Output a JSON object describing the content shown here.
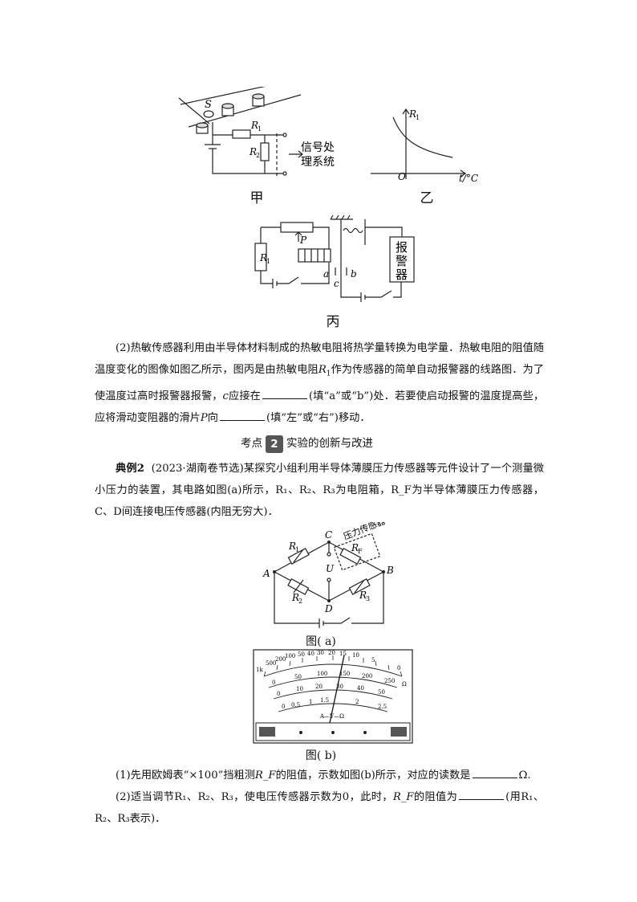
{
  "figures": {
    "jia": {
      "caption": "甲",
      "label_S": "S",
      "label_R1": "R",
      "label_R2": "R",
      "sub1": "1",
      "sub2": "2",
      "box_line1": "信号处",
      "box_line2": "理系统"
    },
    "yi": {
      "caption": "乙",
      "ylabel": "R",
      "ysub": "1",
      "origin": "O",
      "xlabel": "t/°C"
    },
    "bing": {
      "caption": "丙",
      "label_R1": "R",
      "sub1": "1",
      "label_P": "P",
      "label_a": "a",
      "label_b": "b",
      "label_c": "c",
      "alarm": [
        "报",
        "警",
        "器"
      ]
    },
    "a": {
      "caption": "图( a)",
      "tag": "压力传感器",
      "A": "A",
      "B": "B",
      "C": "C",
      "D": "D",
      "U": "U",
      "R1": "R",
      "R2": "R",
      "R3": "R",
      "RF": "R",
      "s1": "1",
      "s2": "2",
      "s3": "3",
      "sF": "F"
    },
    "b": {
      "caption": "图( b)",
      "top_scale": [
        "1k",
        "500",
        "200",
        "100",
        "50",
        "40",
        "30",
        "20",
        "15",
        "10",
        "5",
        "0"
      ],
      "omega": "Ω",
      "mid_scale": [
        "0",
        "50",
        "100",
        "150",
        "200",
        "250"
      ],
      "low_scale": [
        "0",
        "10",
        "20",
        "30",
        "40",
        "50"
      ],
      "ac_scale": [
        "0",
        "0.5",
        "1",
        "1.5",
        "2",
        "2.5"
      ],
      "center_label": "A—V—Ω"
    }
  },
  "text": {
    "p1": "(2)热敏传感器利用由半导体材料制成的热敏电阻将热学量转换为电学量．热敏电阻的阻值随温度变化的图像如图乙所示，图丙是由热敏电阻",
    "p1_r": "R",
    "p1_sub": "1",
    "p1b": "作为传感器的简单自动报警器的线路图．为了使温度过高时报警器报警，",
    "p1_c": "c",
    "p1c": "应接在",
    "p1d": "(填“a”或“b”)处．若要使启动报警的温度提高些，应将滑动变阻器的滑片",
    "p1_P": "P",
    "p1e": "向",
    "p1f": "(填“左”或“右”)移动．",
    "heading_pre": "考点",
    "heading_num": "2",
    "heading_post": "实验的创新与改进",
    "ex_label": "典例2",
    "ex_text": "(2023·湖南卷节选)某探究小组利用半导体薄膜压力传感器等元件设计了一个测量微小压力的装置，其电路如图(a)所示，R₁、R₂、R₃为电阻箱，R_F为半导体薄膜压力传感器，C、D间连接电压传感器(内阻无穷大)．",
    "q1a": "(1)先用欧姆表“×100”挡粗测",
    "q1b": "的阻值，示数如图(b)所示，对应的读数是",
    "q1c": "Ω.",
    "q2a": "(2)适当调节R₁、R₂、R₃，使电压传感器示数为0，此时，",
    "q2b": "的阻值为",
    "q2c": "(用R₁、R₂、R₃表示)．",
    "rf": "R_F"
  }
}
